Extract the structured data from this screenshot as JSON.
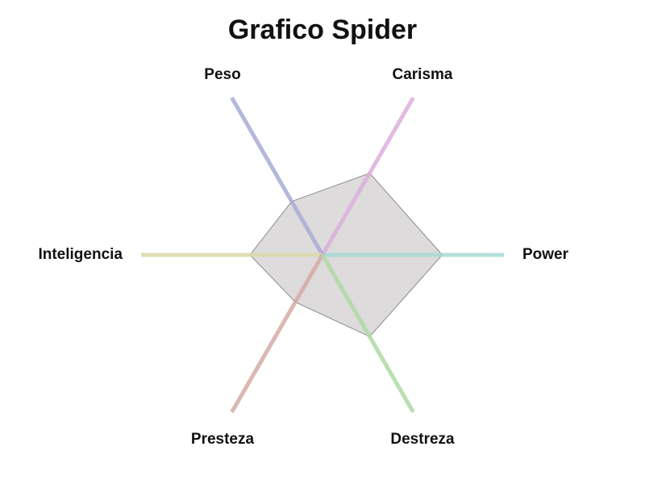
{
  "chart_data": {
    "type": "radar",
    "title": "Grafico Spider",
    "axes": [
      {
        "label": "Power",
        "color": "#a8dbd6"
      },
      {
        "label": "Carisma",
        "color": "#dcaedc"
      },
      {
        "label": "Peso",
        "color": "#a9aad6"
      },
      {
        "label": "Inteligencia",
        "color": "#d8d9a6"
      },
      {
        "label": "Presteza",
        "color": "#d6aaa4"
      },
      {
        "label": "Destreza",
        "color": "#aed9a4"
      }
    ],
    "series": [
      {
        "values": [
          0.66,
          0.52,
          0.34,
          0.4,
          0.3,
          0.52
        ]
      }
    ],
    "range": [
      0,
      1
    ],
    "fill_color": "#dddbdc",
    "stroke_color": "#8c8a8a"
  }
}
